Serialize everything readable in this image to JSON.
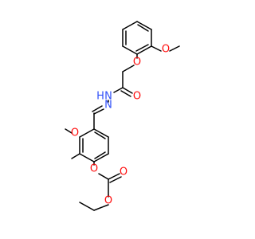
{
  "structure": {
    "atom_colors": {
      "O": "#ff0d0d",
      "N": "#3050f8",
      "C": "#000000"
    },
    "labels": [
      {
        "key": "o_aryl_ether_top",
        "text": "O"
      },
      {
        "key": "o_methoxy_top",
        "text": "O"
      },
      {
        "key": "o_amide_carbonyl",
        "text": "O"
      },
      {
        "key": "n_hydrazide_nh",
        "text": "N"
      },
      {
        "key": "h_hydrazide_nh",
        "text": "H"
      },
      {
        "key": "n_imine",
        "text": "N"
      },
      {
        "key": "o_methoxy_mid",
        "text": "O"
      },
      {
        "key": "o_aryl_ether_mid",
        "text": "O"
      },
      {
        "key": "o_ester_carbonyl",
        "text": "O"
      },
      {
        "key": "o_ester_alkoxy",
        "text": "O"
      }
    ]
  }
}
